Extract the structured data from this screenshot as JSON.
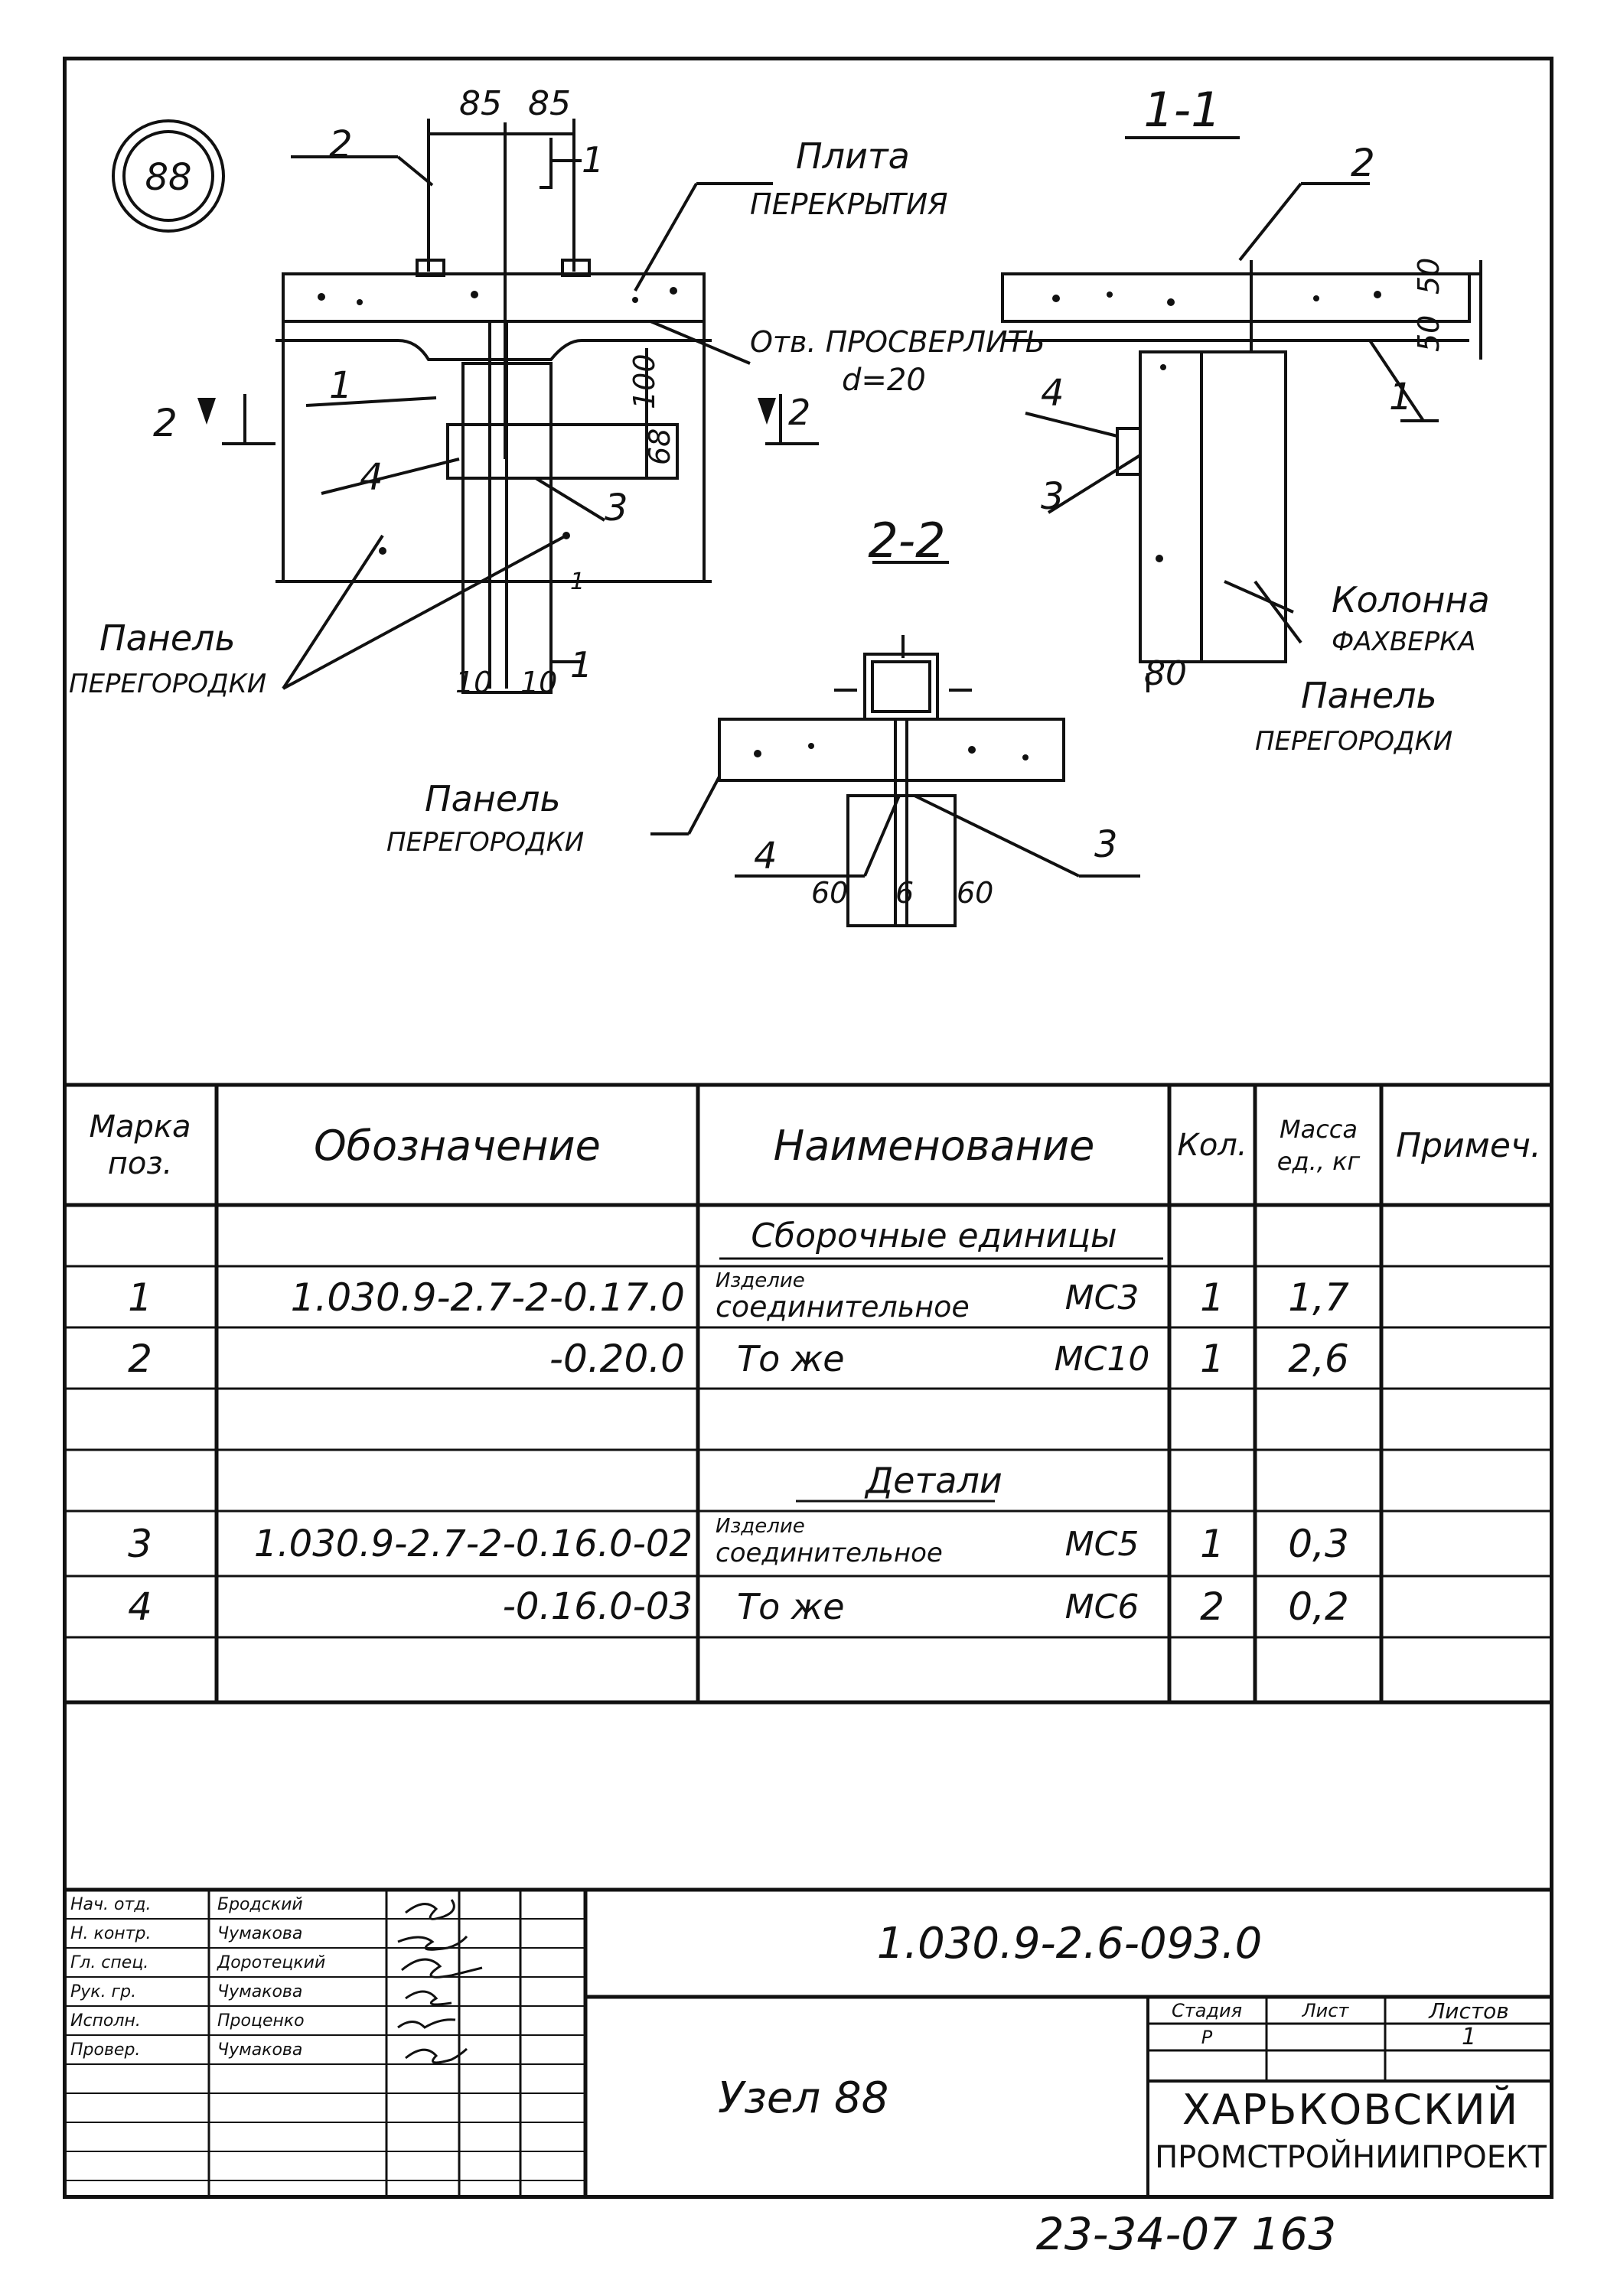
{
  "drawing": {
    "node_badge": "88",
    "section_1_1": "1-1",
    "section_2_2": "2-2",
    "dims": {
      "d85a": "85",
      "d85b": "85",
      "d100": "100",
      "d68": "68",
      "d10a": "10",
      "d10b": "10",
      "d50a": "50",
      "d50b": "50",
      "d80": "80",
      "d60a": "60",
      "d6": "6",
      "d60b": "60"
    },
    "cut_marks": {
      "c2_left": "2",
      "c2_right": "2",
      "c1_top": "1",
      "c1_bottom": "1",
      "c1_bottom_b": "1"
    },
    "callouts": {
      "p2_left": "2",
      "p1_left": "1",
      "p4_left": "4",
      "p3_left": "3",
      "p2_right": "2",
      "p4_right": "4",
      "p1_right": "1",
      "p3_right": "3",
      "p4_mid": "4",
      "p3_mid": "3"
    },
    "labels": {
      "slab_line1": "Плита",
      "slab_line2": "ПЕРЕКРЫТИЯ",
      "drill_line1": "Отв. ПРОСВЕРЛИТЬ",
      "drill_line2": "d=20",
      "panel_left_line1": "Панель",
      "panel_left_line2": "ПЕРЕГОРОДКИ",
      "column_line1": "Колонна",
      "column_line2": "ФАХВЕРКА",
      "panel_right_line1": "Панель",
      "panel_right_line2": "ПЕРЕГОРОДКИ",
      "panel_mid_line1": "Панель",
      "panel_mid_line2": "ПЕРЕГОРОДКИ"
    }
  },
  "spec_table": {
    "headers": {
      "mark_line1": "Марка",
      "mark_line2": "поз.",
      "designation": "Обозначение",
      "name": "Наименование",
      "qty": "Кол.",
      "mass_line1": "Масса",
      "mass_line2": "ед., кг",
      "note": "Примеч."
    },
    "group_assembly": "Сборочные единицы",
    "group_details": "Детали",
    "rows": [
      {
        "mark": "1",
        "designation": "1.030.9-2.7-2-0.17.0",
        "name_line1": "Изделие",
        "name_line2": "соединительное",
        "code": "МС3",
        "qty": "1",
        "mass": "1,7"
      },
      {
        "mark": "2",
        "designation": "-0.20.0",
        "name_line1": "",
        "name_line2": "То же",
        "code": "МС10",
        "qty": "1",
        "mass": "2,6"
      },
      {
        "mark": "3",
        "designation": "1.030.9-2.7-2-0.16.0-02",
        "name_line1": "Изделие",
        "name_line2": "соединительное",
        "code": "МС5",
        "qty": "1",
        "mass": "0,3"
      },
      {
        "mark": "4",
        "designation": "-0.16.0-03",
        "name_line1": "",
        "name_line2": "То же",
        "code": "МС6",
        "qty": "2",
        "mass": "0,2"
      }
    ]
  },
  "title_block": {
    "roles": [
      "Нач. отд.",
      "Н. контр.",
      "Гл. спец.",
      "Рук. гр.",
      "Исполн.",
      "Провер."
    ],
    "names": [
      "Бродский",
      "Чумакова",
      "Доротецкий",
      "Чумакова",
      "Проценко",
      "Чумакова"
    ],
    "doc_code": "1.030.9-2.6-093.0",
    "title": "Узел 88",
    "stage_header": "Стадия",
    "sheet_header": "Лист",
    "sheets_header": "Листов",
    "stage_value": "Р",
    "sheets_value": "1",
    "org_line1": "ХАРЬКОВСКИЙ",
    "org_line2": "ПРОМСТРОЙНИИПРОЕКТ"
  },
  "footer_stamp": "23-34-07   163"
}
